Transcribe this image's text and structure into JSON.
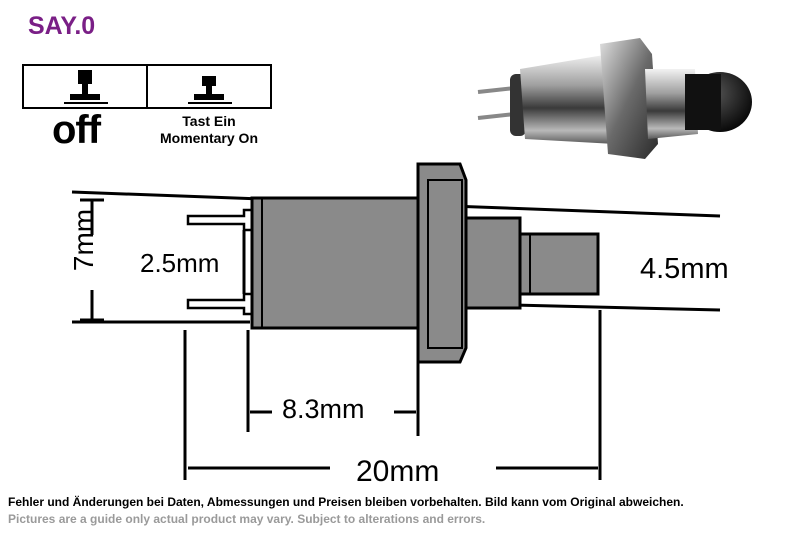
{
  "model_code": "SAY.0",
  "states": {
    "off_label": "off",
    "on_label_line1": "Tast Ein",
    "on_label_line2": "Momentary On"
  },
  "dimensions": {
    "height": "7mm",
    "terminal_spacing": "2.5mm",
    "plunger_diameter": "4.5mm",
    "body_length": "8.3mm",
    "total_length": "20mm"
  },
  "disclaimer": {
    "german": "Fehler und Änderungen bei Daten, Abmessungen und Preisen bleiben vorbehalten. Bild kann vom Original abweichen.",
    "english": "Pictures are a guide only actual product may vary. Subject to alterations and errors."
  },
  "colors": {
    "model_code": "#7a1f86",
    "body_fill": "#8a8a8a",
    "english_disclaimer": "#9a9a9a"
  }
}
